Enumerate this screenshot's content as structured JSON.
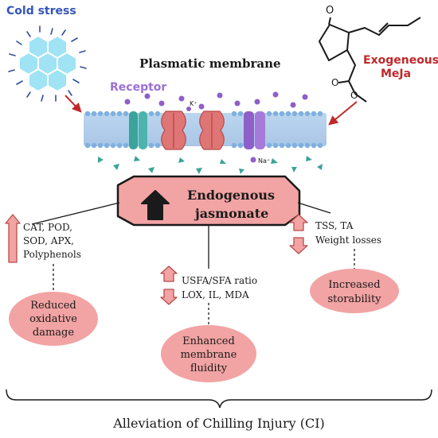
{
  "labels": {
    "cold_stress": "Cold stress",
    "plasmatic_membrane": "Plasmatic membrane",
    "receptor": "Receptor",
    "k_ion": "K⁺",
    "na_ion": "Na⁺",
    "exogenous_line1": "Exogeneous",
    "exogenous_line2": "MeJa",
    "endogenous_line1": "Endogenous",
    "endogenous_line2": "jasmonate",
    "enzymes": [
      "CAT, POD,",
      "SOD, APX,",
      "Polyphenols"
    ],
    "membrane_markers": [
      "USFA/SFA ratio",
      "LOX, IL, MDA"
    ],
    "quality_markers": [
      "TSS, TA",
      "Weight losses"
    ],
    "outcome_oxidative": [
      "Reduced",
      "oxidative",
      "damage"
    ],
    "outcome_membrane": [
      "Enhanced",
      "membrane",
      "fluidity"
    ],
    "outcome_storability": [
      "Increased",
      "storability"
    ],
    "footer": "Alleviation of Chilling Injury (CI)"
  },
  "colors": {
    "cold_stress": "#3355b8",
    "receptor": "#9b6fd6",
    "exogenous": "#c0282a",
    "pink_fill": "#f2a3a3",
    "pink_dark": "#e07f7f",
    "teal": "#3aa39b",
    "purple": "#8e5fc9",
    "ice": "#9fe3f5"
  }
}
